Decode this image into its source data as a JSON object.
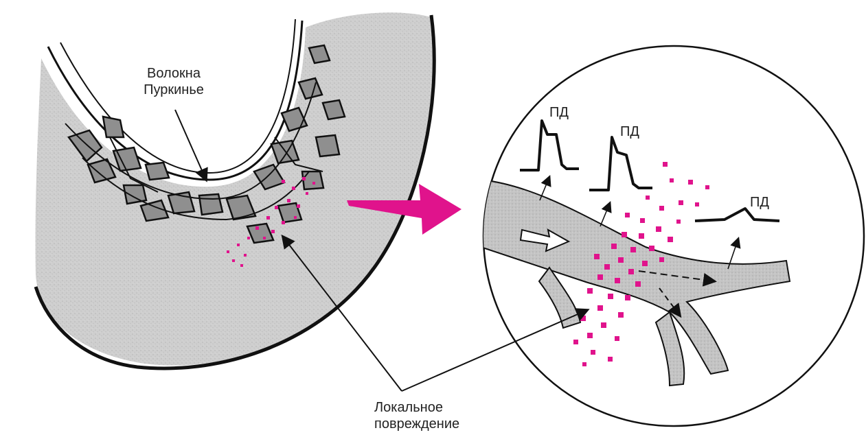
{
  "labels": {
    "purkinje_line1": "Волокна",
    "purkinje_line2": "Пуркинье",
    "damage_line1": "Локальное",
    "damage_line2": "повреждение",
    "ap_1": "ПД",
    "ap_2": "ПД",
    "ap_3": "ПД"
  },
  "colors": {
    "tissue": "#c9c9c9",
    "outline": "#111111",
    "damage": "#e0138c",
    "arrow": "#e0138c"
  }
}
